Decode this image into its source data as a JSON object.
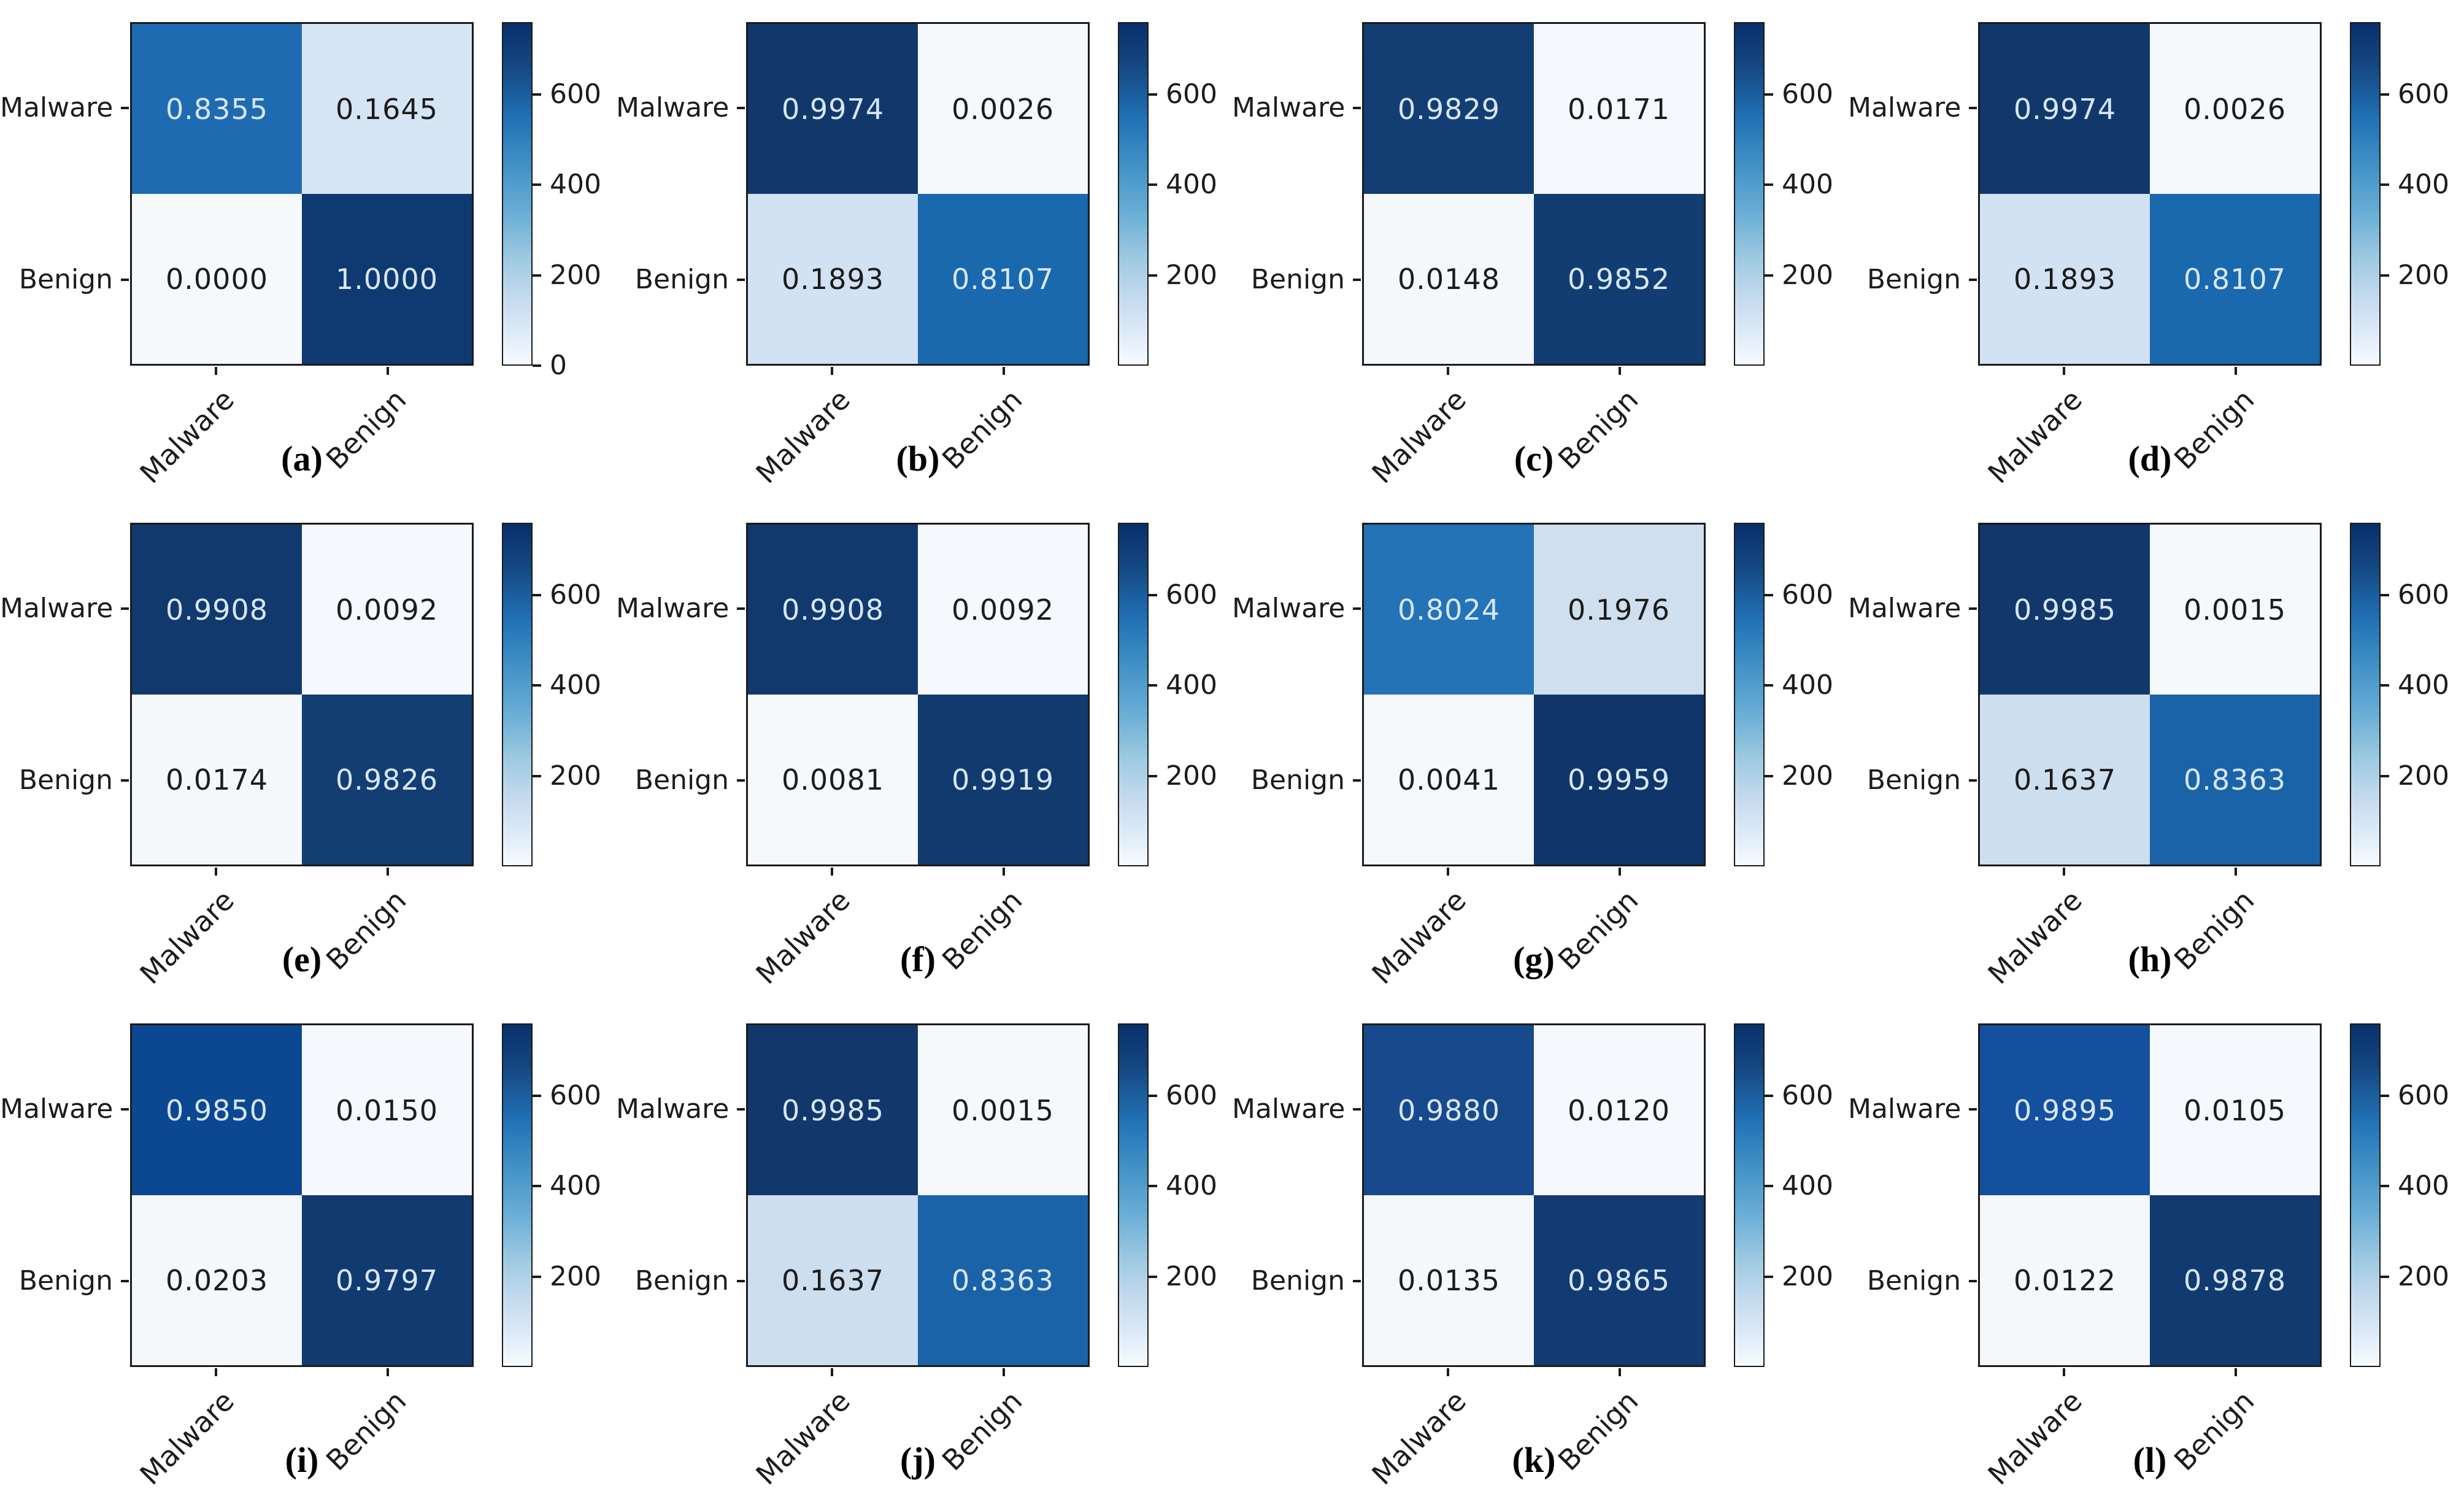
{
  "figure": {
    "background": "#ffffff",
    "text_color": "#1c1c1c",
    "colormap": {
      "name": "Blues",
      "low": "#f7fbff",
      "high": "#08306b"
    },
    "value_decimals": 4
  },
  "chart_data": [
    {
      "id": "a",
      "label": "(a)",
      "type": "heatmap",
      "x_categories": [
        "Malware",
        "Benign"
      ],
      "y_categories": [
        "Malware",
        "Benign"
      ],
      "values": [
        [
          0.8355,
          0.1645
        ],
        [
          0.0,
          1.0
        ]
      ],
      "colorbar": {
        "ticks": [
          600,
          400,
          200,
          0
        ],
        "vmin": 0,
        "vmax": 760
      },
      "cell_colors": [
        [
          "#1e6bb1",
          "#d6e5f4"
        ],
        [
          "#f6f9fc",
          "#0f3a71"
        ]
      ],
      "value_text_colors": [
        [
          "#d7e6f5",
          "#1c1c1c"
        ],
        [
          "#1c1c1c",
          "#d7e6f5"
        ]
      ]
    },
    {
      "id": "b",
      "label": "(b)",
      "type": "heatmap",
      "x_categories": [
        "Malware",
        "Benign"
      ],
      "y_categories": [
        "Malware",
        "Benign"
      ],
      "values": [
        [
          0.9974,
          0.0026
        ],
        [
          0.1893,
          0.8107
        ]
      ],
      "colorbar": {
        "ticks": [
          600,
          400,
          200
        ],
        "vmin": 0,
        "vmax": 760
      },
      "cell_colors": [
        [
          "#12386b",
          "#f6f9fc"
        ],
        [
          "#d2e2f2",
          "#1a68ad"
        ]
      ],
      "value_text_colors": [
        [
          "#d7e6f5",
          "#1c1c1c"
        ],
        [
          "#1c1c1c",
          "#d7e6f5"
        ]
      ]
    },
    {
      "id": "c",
      "label": "(c)",
      "type": "heatmap",
      "x_categories": [
        "Malware",
        "Benign"
      ],
      "y_categories": [
        "Malware",
        "Benign"
      ],
      "values": [
        [
          0.9829,
          0.0171
        ],
        [
          0.0148,
          0.9852
        ]
      ],
      "colorbar": {
        "ticks": [
          600,
          400,
          200
        ],
        "vmin": 0,
        "vmax": 760
      },
      "cell_colors": [
        [
          "#133e73",
          "#f5f8fc"
        ],
        [
          "#f4f8fb",
          "#123d72"
        ]
      ],
      "value_text_colors": [
        [
          "#d7e6f5",
          "#1c1c1c"
        ],
        [
          "#1c1c1c",
          "#d7e6f5"
        ]
      ]
    },
    {
      "id": "d",
      "label": "(d)",
      "type": "heatmap",
      "x_categories": [
        "Malware",
        "Benign"
      ],
      "y_categories": [
        "Malware",
        "Benign"
      ],
      "values": [
        [
          0.9974,
          0.0026
        ],
        [
          0.1893,
          0.8107
        ]
      ],
      "colorbar": {
        "ticks": [
          600,
          400,
          200
        ],
        "vmin": 0,
        "vmax": 760
      },
      "cell_colors": [
        [
          "#12386b",
          "#f6f9fc"
        ],
        [
          "#d2e2f2",
          "#1a68ad"
        ]
      ],
      "value_text_colors": [
        [
          "#d7e6f5",
          "#1c1c1c"
        ],
        [
          "#1c1c1c",
          "#d7e6f5"
        ]
      ]
    },
    {
      "id": "e",
      "label": "(e)",
      "type": "heatmap",
      "x_categories": [
        "Malware",
        "Benign"
      ],
      "y_categories": [
        "Malware",
        "Benign"
      ],
      "values": [
        [
          0.9908,
          0.0092
        ],
        [
          0.0174,
          0.9826
        ]
      ],
      "colorbar": {
        "ticks": [
          600,
          400,
          200
        ],
        "vmin": 0,
        "vmax": 760
      },
      "cell_colors": [
        [
          "#12396d",
          "#f5f8fc"
        ],
        [
          "#f4f8fb",
          "#123e73"
        ]
      ],
      "value_text_colors": [
        [
          "#d7e6f5",
          "#1c1c1c"
        ],
        [
          "#1c1c1c",
          "#d7e6f5"
        ]
      ]
    },
    {
      "id": "f",
      "label": "(f)",
      "type": "heatmap",
      "x_categories": [
        "Malware",
        "Benign"
      ],
      "y_categories": [
        "Malware",
        "Benign"
      ],
      "values": [
        [
          0.9908,
          0.0092
        ],
        [
          0.0081,
          0.9919
        ]
      ],
      "colorbar": {
        "ticks": [
          600,
          400,
          200
        ],
        "vmin": 0,
        "vmax": 760
      },
      "cell_colors": [
        [
          "#12396d",
          "#f5f8fc"
        ],
        [
          "#f6f9fc",
          "#113a6e"
        ]
      ],
      "value_text_colors": [
        [
          "#d7e6f5",
          "#1c1c1c"
        ],
        [
          "#1c1c1c",
          "#d7e6f5"
        ]
      ]
    },
    {
      "id": "g",
      "label": "(g)",
      "type": "heatmap",
      "x_categories": [
        "Malware",
        "Benign"
      ],
      "y_categories": [
        "Malware",
        "Benign"
      ],
      "values": [
        [
          0.8024,
          0.1976
        ],
        [
          0.0041,
          0.9959
        ]
      ],
      "colorbar": {
        "ticks": [
          600,
          400,
          200
        ],
        "vmin": 0,
        "vmax": 760
      },
      "cell_colors": [
        [
          "#2373b6",
          "#cfdfee"
        ],
        [
          "#f6f9fc",
          "#0f356a"
        ]
      ],
      "value_text_colors": [
        [
          "#d7e6f5",
          "#1c1c1c"
        ],
        [
          "#1c1c1c",
          "#d7e6f5"
        ]
      ]
    },
    {
      "id": "h",
      "label": "(h)",
      "type": "heatmap",
      "x_categories": [
        "Malware",
        "Benign"
      ],
      "y_categories": [
        "Malware",
        "Benign"
      ],
      "values": [
        [
          0.9985,
          0.0015
        ],
        [
          0.1637,
          0.8363
        ]
      ],
      "colorbar": {
        "ticks": [
          600,
          400,
          200
        ],
        "vmin": 0,
        "vmax": 760
      },
      "cell_colors": [
        [
          "#12386b",
          "#f6f9fc"
        ],
        [
          "#cddeef",
          "#1b63a8"
        ]
      ],
      "value_text_colors": [
        [
          "#d7e6f5",
          "#1c1c1c"
        ],
        [
          "#1c1c1c",
          "#d7e6f5"
        ]
      ]
    },
    {
      "id": "i",
      "label": "(i)",
      "type": "heatmap",
      "x_categories": [
        "Malware",
        "Benign"
      ],
      "y_categories": [
        "Malware",
        "Benign"
      ],
      "values": [
        [
          0.985,
          0.015
        ],
        [
          0.0203,
          0.9797
        ]
      ],
      "colorbar": {
        "ticks": [
          600,
          400,
          200
        ],
        "vmin": 0,
        "vmax": 760
      },
      "cell_colors": [
        [
          "#0c4891",
          "#f5f8fc"
        ],
        [
          "#f4f8fb",
          "#113a70"
        ]
      ],
      "value_text_colors": [
        [
          "#d7e6f5",
          "#1c1c1c"
        ],
        [
          "#1c1c1c",
          "#d7e6f5"
        ]
      ]
    },
    {
      "id": "j",
      "label": "(j)",
      "type": "heatmap",
      "x_categories": [
        "Malware",
        "Benign"
      ],
      "y_categories": [
        "Malware",
        "Benign"
      ],
      "values": [
        [
          0.9985,
          0.0015
        ],
        [
          0.1637,
          0.8363
        ]
      ],
      "colorbar": {
        "ticks": [
          600,
          400,
          200
        ],
        "vmin": 0,
        "vmax": 760
      },
      "cell_colors": [
        [
          "#12386b",
          "#f6f9fc"
        ],
        [
          "#cddeef",
          "#1b63a8"
        ]
      ],
      "value_text_colors": [
        [
          "#d7e6f5",
          "#1c1c1c"
        ],
        [
          "#1c1c1c",
          "#d7e6f5"
        ]
      ]
    },
    {
      "id": "k",
      "label": "(k)",
      "type": "heatmap",
      "x_categories": [
        "Malware",
        "Benign"
      ],
      "y_categories": [
        "Malware",
        "Benign"
      ],
      "values": [
        [
          0.988,
          0.012
        ],
        [
          0.0135,
          0.9865
        ]
      ],
      "colorbar": {
        "ticks": [
          600,
          400,
          200
        ],
        "vmin": 0,
        "vmax": 760
      },
      "cell_colors": [
        [
          "#17498c",
          "#f5f8fc"
        ],
        [
          "#f4f8fb",
          "#113b72"
        ]
      ],
      "value_text_colors": [
        [
          "#d7e6f5",
          "#1c1c1c"
        ],
        [
          "#1c1c1c",
          "#d7e6f5"
        ]
      ]
    },
    {
      "id": "l",
      "label": "(l)",
      "type": "heatmap",
      "x_categories": [
        "Malware",
        "Benign"
      ],
      "y_categories": [
        "Malware",
        "Benign"
      ],
      "values": [
        [
          0.9895,
          0.0105
        ],
        [
          0.0122,
          0.9878
        ]
      ],
      "colorbar": {
        "ticks": [
          600,
          400,
          200
        ],
        "vmin": 0,
        "vmax": 760
      },
      "cell_colors": [
        [
          "#14509e",
          "#f5f8fc"
        ],
        [
          "#f4f8fb",
          "#113a70"
        ]
      ],
      "value_text_colors": [
        [
          "#d7e6f5",
          "#1c1c1c"
        ],
        [
          "#1c1c1c",
          "#d7e6f5"
        ]
      ]
    }
  ]
}
